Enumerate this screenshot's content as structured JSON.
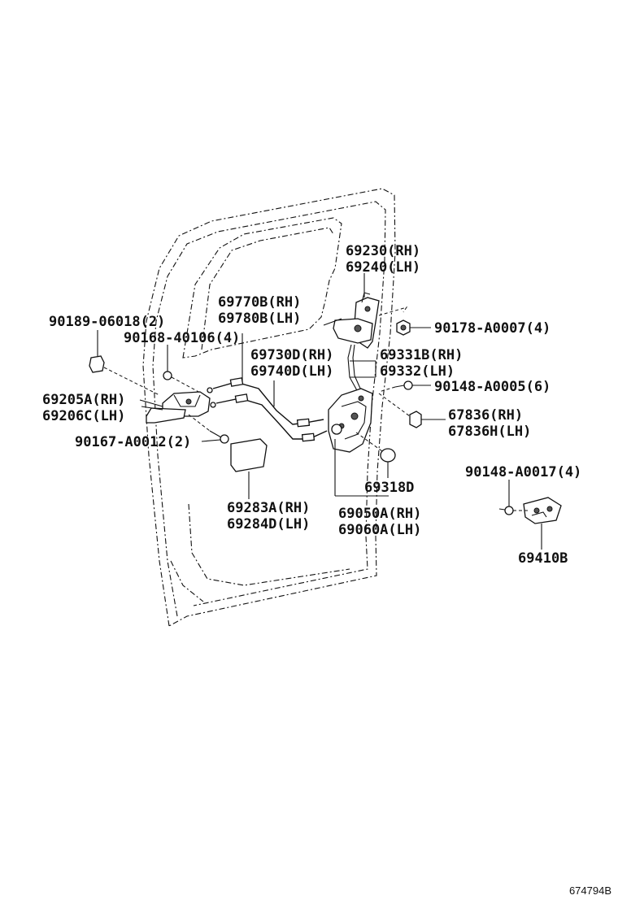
{
  "diagram": {
    "labels": {
      "p69230": "69230(RH)",
      "p69240": "69240(LH)",
      "p69770b": "69770B(RH)",
      "p69780b": "69780B(LH)",
      "p90189": "90189-06018(2)",
      "p90168": "90168-40106(4)",
      "p90178": "90178-A0007(4)",
      "p69730d": "69730D(RH)",
      "p69740d": "69740D(LH)",
      "p69331b": "69331B(RH)",
      "p69332": "69332(LH)",
      "p90148a": "90148-A0005(6)",
      "p69205a": "69205A(RH)",
      "p69206c": "69206C(LH)",
      "p67836": "67836(RH)",
      "p67836h": "67836H(LH)",
      "p90167": "90167-A0012(2)",
      "p69318d": "69318D",
      "p90148b": "90148-A0017(4)",
      "p69283a": "69283A(RH)",
      "p69284d": "69284D(LH)",
      "p69050a": "69050A(RH)",
      "p69060a": "69060A(LH)",
      "p69410b": "69410B"
    },
    "reference_code": "674794B"
  }
}
